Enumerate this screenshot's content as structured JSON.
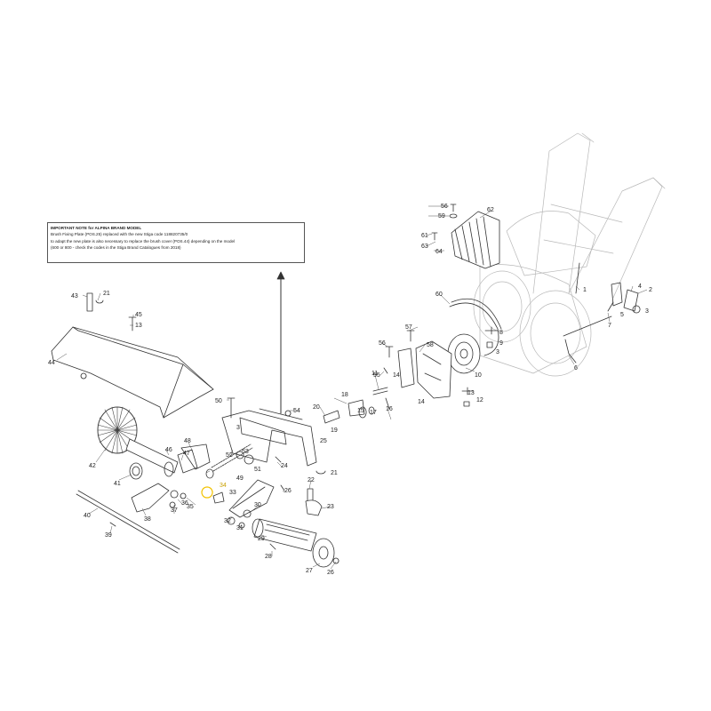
{
  "note": {
    "title": "IMPORTANT NOTE for ALPINA BRAND MODEL",
    "lines": [
      "Brush Fixing Plate (POS.25) replaced with the new Stiga code 118820735/0",
      "to adapt the new plate is also necessary to replace the brush cover (POS.44) depending on the model",
      "(600 or 800 - check the codes in the Stiga Brand Catalogues from 2018)"
    ]
  },
  "highlight_color": "#f2c200",
  "callouts": {
    "p56a": "56",
    "p59": "59",
    "p62": "62",
    "p61": "61",
    "p63": "63",
    "p64": "64",
    "p43": "43",
    "p21a": "21",
    "p45": "45",
    "p13a": "13",
    "p44": "44",
    "p60": "60",
    "p1": "1",
    "p4": "4",
    "p2": "2",
    "p3a": "3",
    "p5": "5",
    "p6": "6",
    "p7": "7",
    "p57": "57",
    "p58": "58",
    "p8": "8",
    "p9": "9",
    "p3b": "3",
    "p10": "10",
    "p56b": "56",
    "p55": "55",
    "p14a": "14",
    "p14b": "14",
    "p13b": "13",
    "p12": "12",
    "p50": "50",
    "p3c": "3",
    "p54": "54",
    "p18": "18",
    "p20": "20",
    "p11": "11",
    "p15": "15",
    "p17": "17",
    "p16": "16",
    "p19": "19",
    "p25": "25",
    "p46": "46",
    "p48": "48",
    "p47": "47",
    "p42": "42",
    "p52": "52",
    "p53": "53",
    "p51": "51",
    "p24": "24",
    "p21b": "21",
    "p49": "49",
    "p34": "34",
    "p33": "33",
    "p41": "41",
    "p35": "35",
    "p36": "36",
    "p37": "37",
    "p22": "22",
    "p23": "23",
    "p32": "32",
    "p30": "30",
    "p31": "31",
    "p26a": "26",
    "p38": "38",
    "p40": "40",
    "p39": "39",
    "p29": "29",
    "p28": "28",
    "p27": "27",
    "p26b": "26"
  }
}
